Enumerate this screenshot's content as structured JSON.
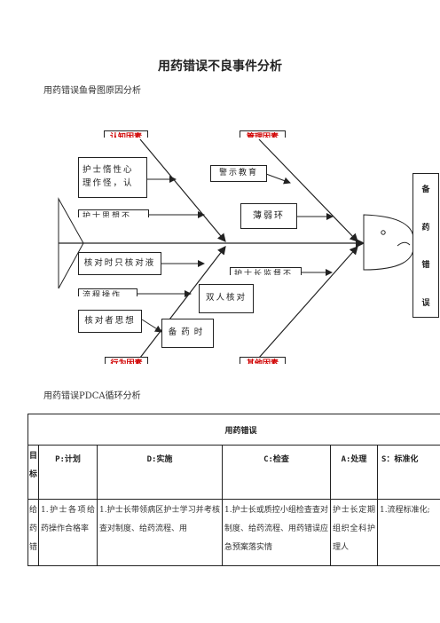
{
  "title": "用药错误不良事件分析",
  "fishbone": {
    "subtitle": "用药错误鱼骨图原因分析",
    "categories": {
      "knowledge": "认知因素",
      "management": "管理因素",
      "behavior": "行为因素",
      "other": "其他因素"
    },
    "causes": {
      "nurse_carelessness": "护士惰性心理作怪，认",
      "nurse_clipped": "护士思想不",
      "warning_education": "警示教育",
      "weak_link": "薄弱环",
      "check_timing": "核对时只核对液",
      "process_clipped": "流程操作",
      "head_nurse_clipped": "护士长监督不",
      "double_check": "双人核对",
      "checker_mindset": "核对者思想",
      "prep_time": "备药时"
    },
    "head_label": [
      "备",
      "药",
      "错",
      "误"
    ]
  },
  "pdca": {
    "subtitle": "用药错误PDCA循环分析",
    "table_title": "用药错误",
    "headers": {
      "target": "目标",
      "plan": "P:计划",
      "do": "D:实施",
      "check": "C:检查",
      "act": "A:处理",
      "standard": "S：标准化"
    },
    "row": {
      "target": "给药错",
      "plan": "1.护士各项给药操作合格率",
      "do": "1.护士长带领病区护士学习并考核查对制度、给药流程、用",
      "check": "1.护士长或质控小组检查查对制度、给药流程、用药错误应急预案落实情",
      "act": "护士长定期组织全科护理人",
      "standard": "1.流程标准化;"
    }
  }
}
